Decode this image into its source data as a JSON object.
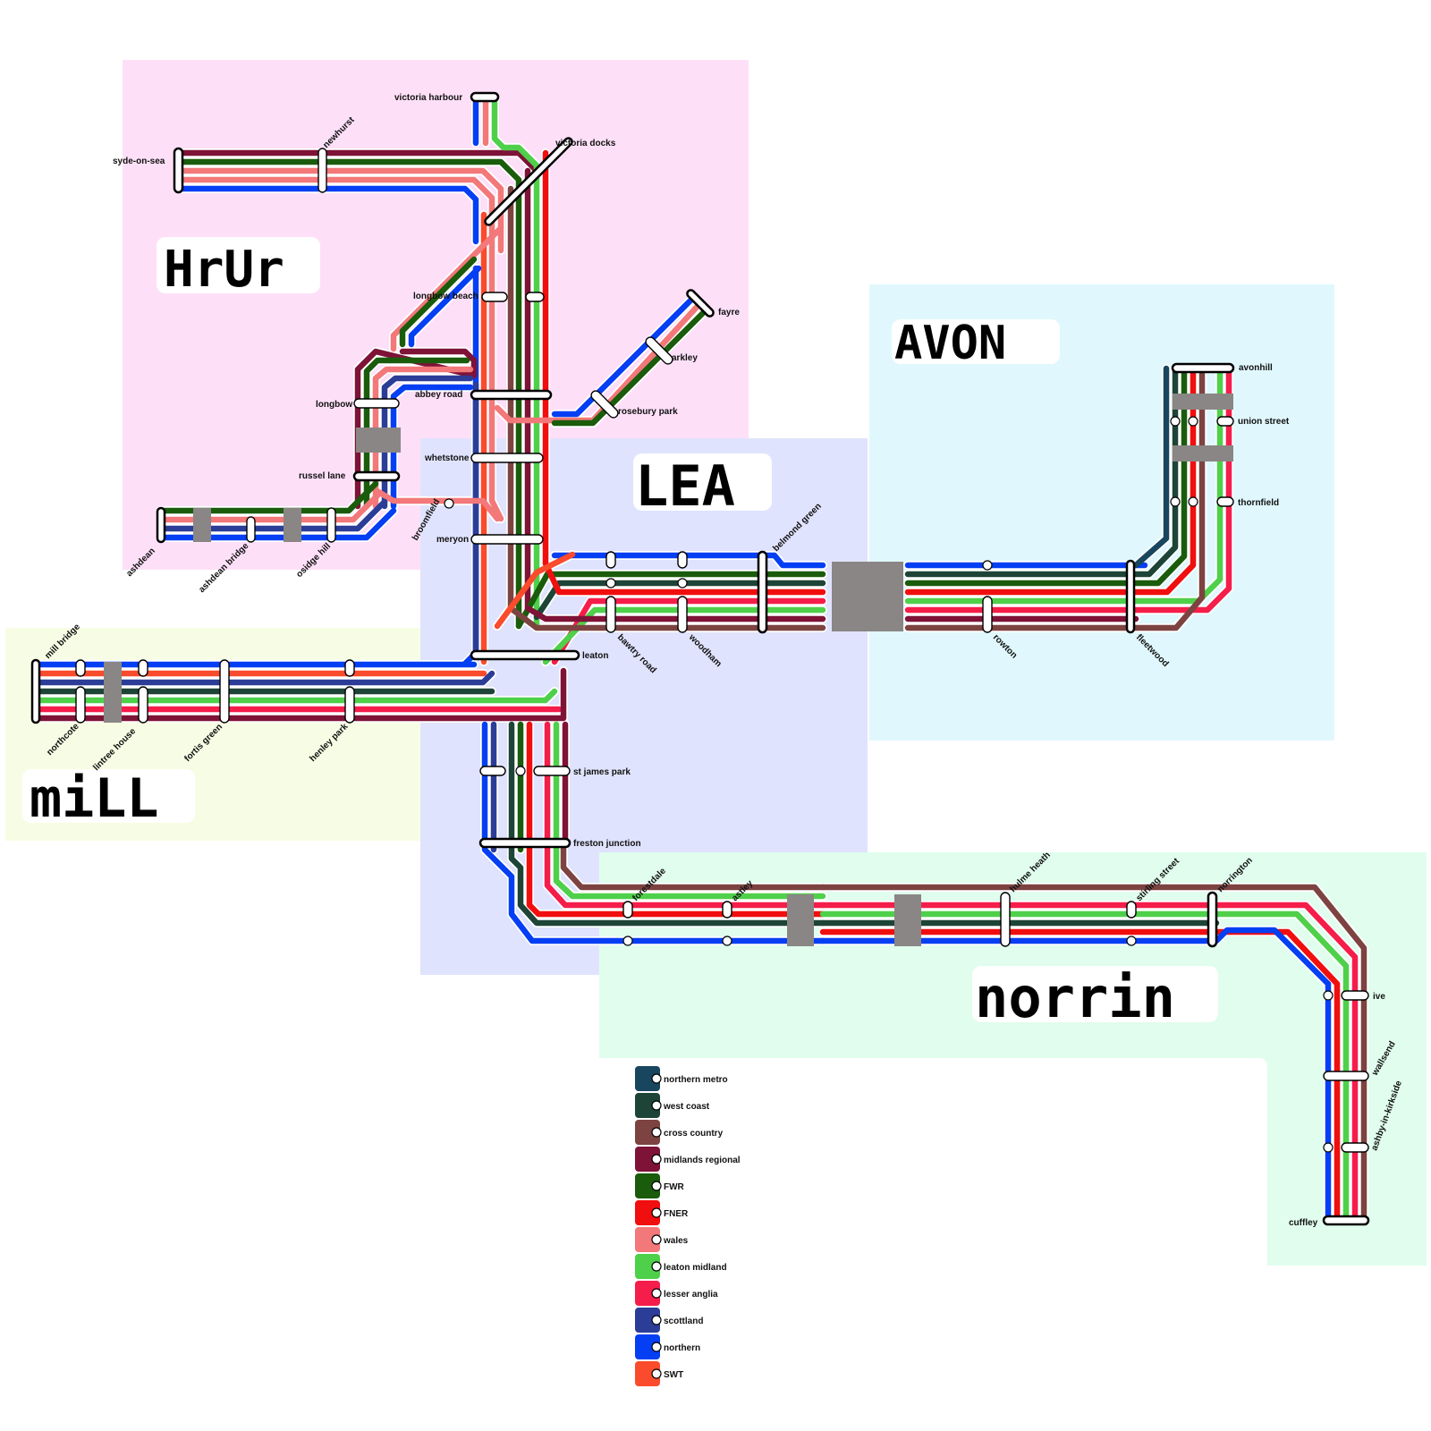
{
  "colors": {
    "northern metro": "#17465e",
    "west coast": "#1d4437",
    "cross country": "#7c4341",
    "midlands regional": "#7e1237",
    "FWR": "#1a5c0c",
    "FNER": "#f10e0e",
    "wales": "#f3787a",
    "leaton midland": "#4fd04a",
    "lesser anglia": "#f51d4a",
    "scottland": "#2b3d97",
    "northern": "#053ff3",
    "SWT": "#fa4b2d",
    "interchange": "#8a8685"
  },
  "regions": [
    {
      "key": "hrur",
      "title": "HrUr",
      "color": "#fde0f8"
    },
    {
      "key": "avon",
      "title": "AVON",
      "color": "#e0f8fd"
    },
    {
      "key": "lea",
      "title": "LEA",
      "color": "#e0e3fd"
    },
    {
      "key": "mill",
      "title": "miLL",
      "color": "#f7fde4"
    },
    {
      "key": "norrin",
      "title": "norrin",
      "color": "#e0fdee"
    }
  ],
  "stations": {
    "victoria_harbour": "victoria harbour",
    "victoria_docks": "victoria docks",
    "syde_on_sea": "syde-on-sea",
    "newhurst": "newhurst",
    "longbow_beach": "longbow beach",
    "fayre": "fayre",
    "arkley": "arkley",
    "rosebury_park": "rosebury park",
    "abbey_road": "abbey road",
    "longbow": "longbow",
    "whetstone": "whetstone",
    "russel_lane": "russel lane",
    "broomfield": "broomfield",
    "meryon": "meryon",
    "ashdean": "ashdean",
    "ashdean_bridge": "ashdean bridge",
    "osidge_hill": "osidge hill",
    "avonhill": "avonhill",
    "union_street": "union street",
    "thornfield": "thornfield",
    "belmond_green": "belmond green",
    "bawtry_road": "bawtry road",
    "woodham": "woodham",
    "rowton": "rowton",
    "fleetwood": "fleetwood",
    "leaton": "leaton",
    "mill_bridge": "mill bridge",
    "northcote": "northcote",
    "lintree_house": "lintree house",
    "fortis_green": "fortis green",
    "henley_park": "henley park",
    "st_james_park": "st james park",
    "freston_junction": "freston junction",
    "forestdale": "forestdale",
    "astley": "astley",
    "hulme_heath": "hulme heath",
    "stirling_street": "stirling street",
    "norrington": "norrington",
    "ive": "ive",
    "wallsend": "wallsend",
    "ashby_in_kirkside": "ashby-in-kirkside",
    "cuffley": "cuffley"
  },
  "legend": [
    {
      "name": "northern metro",
      "color": "#17465e"
    },
    {
      "name": "west coast",
      "color": "#1d4437"
    },
    {
      "name": "cross country",
      "color": "#7c4341"
    },
    {
      "name": "midlands regional",
      "color": "#7e1237"
    },
    {
      "name": "FWR",
      "color": "#1a5c0c"
    },
    {
      "name": "FNER",
      "color": "#f10e0e"
    },
    {
      "name": "wales",
      "color": "#f3787a"
    },
    {
      "name": "leaton midland",
      "color": "#4fd04a"
    },
    {
      "name": "lesser anglia",
      "color": "#f51d4a"
    },
    {
      "name": "scottland",
      "color": "#2b3d97"
    },
    {
      "name": "northern",
      "color": "#053ff3"
    },
    {
      "name": "SWT",
      "color": "#fa4b2d"
    }
  ]
}
